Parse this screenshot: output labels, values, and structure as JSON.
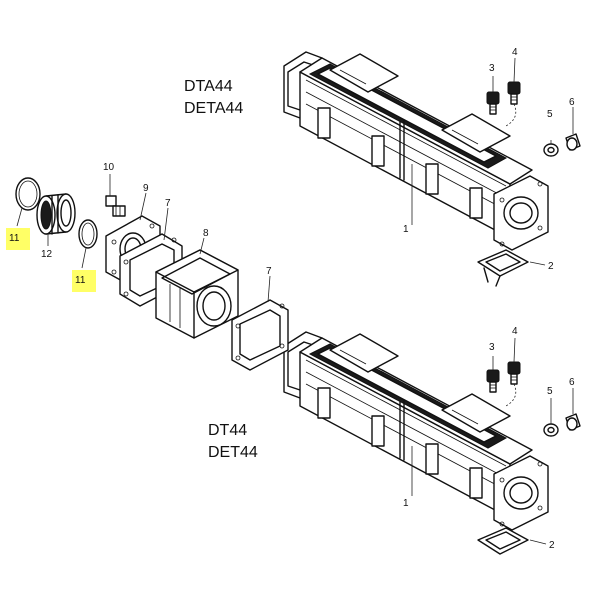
{
  "models": {
    "top_line1": "DTA44",
    "top_line2": "DETA44",
    "bottom_line1": "DT44",
    "bottom_line2": "DET44"
  },
  "callouts": {
    "p1": "1",
    "p2": "2",
    "p3": "3",
    "p4": "4",
    "p5": "5",
    "p6": "6",
    "p7": "7",
    "p8": "8",
    "p9": "9",
    "p10": "10",
    "p11": "11",
    "p12": "12"
  },
  "colors": {
    "highlight": "#ffff66",
    "line": "#111111"
  }
}
